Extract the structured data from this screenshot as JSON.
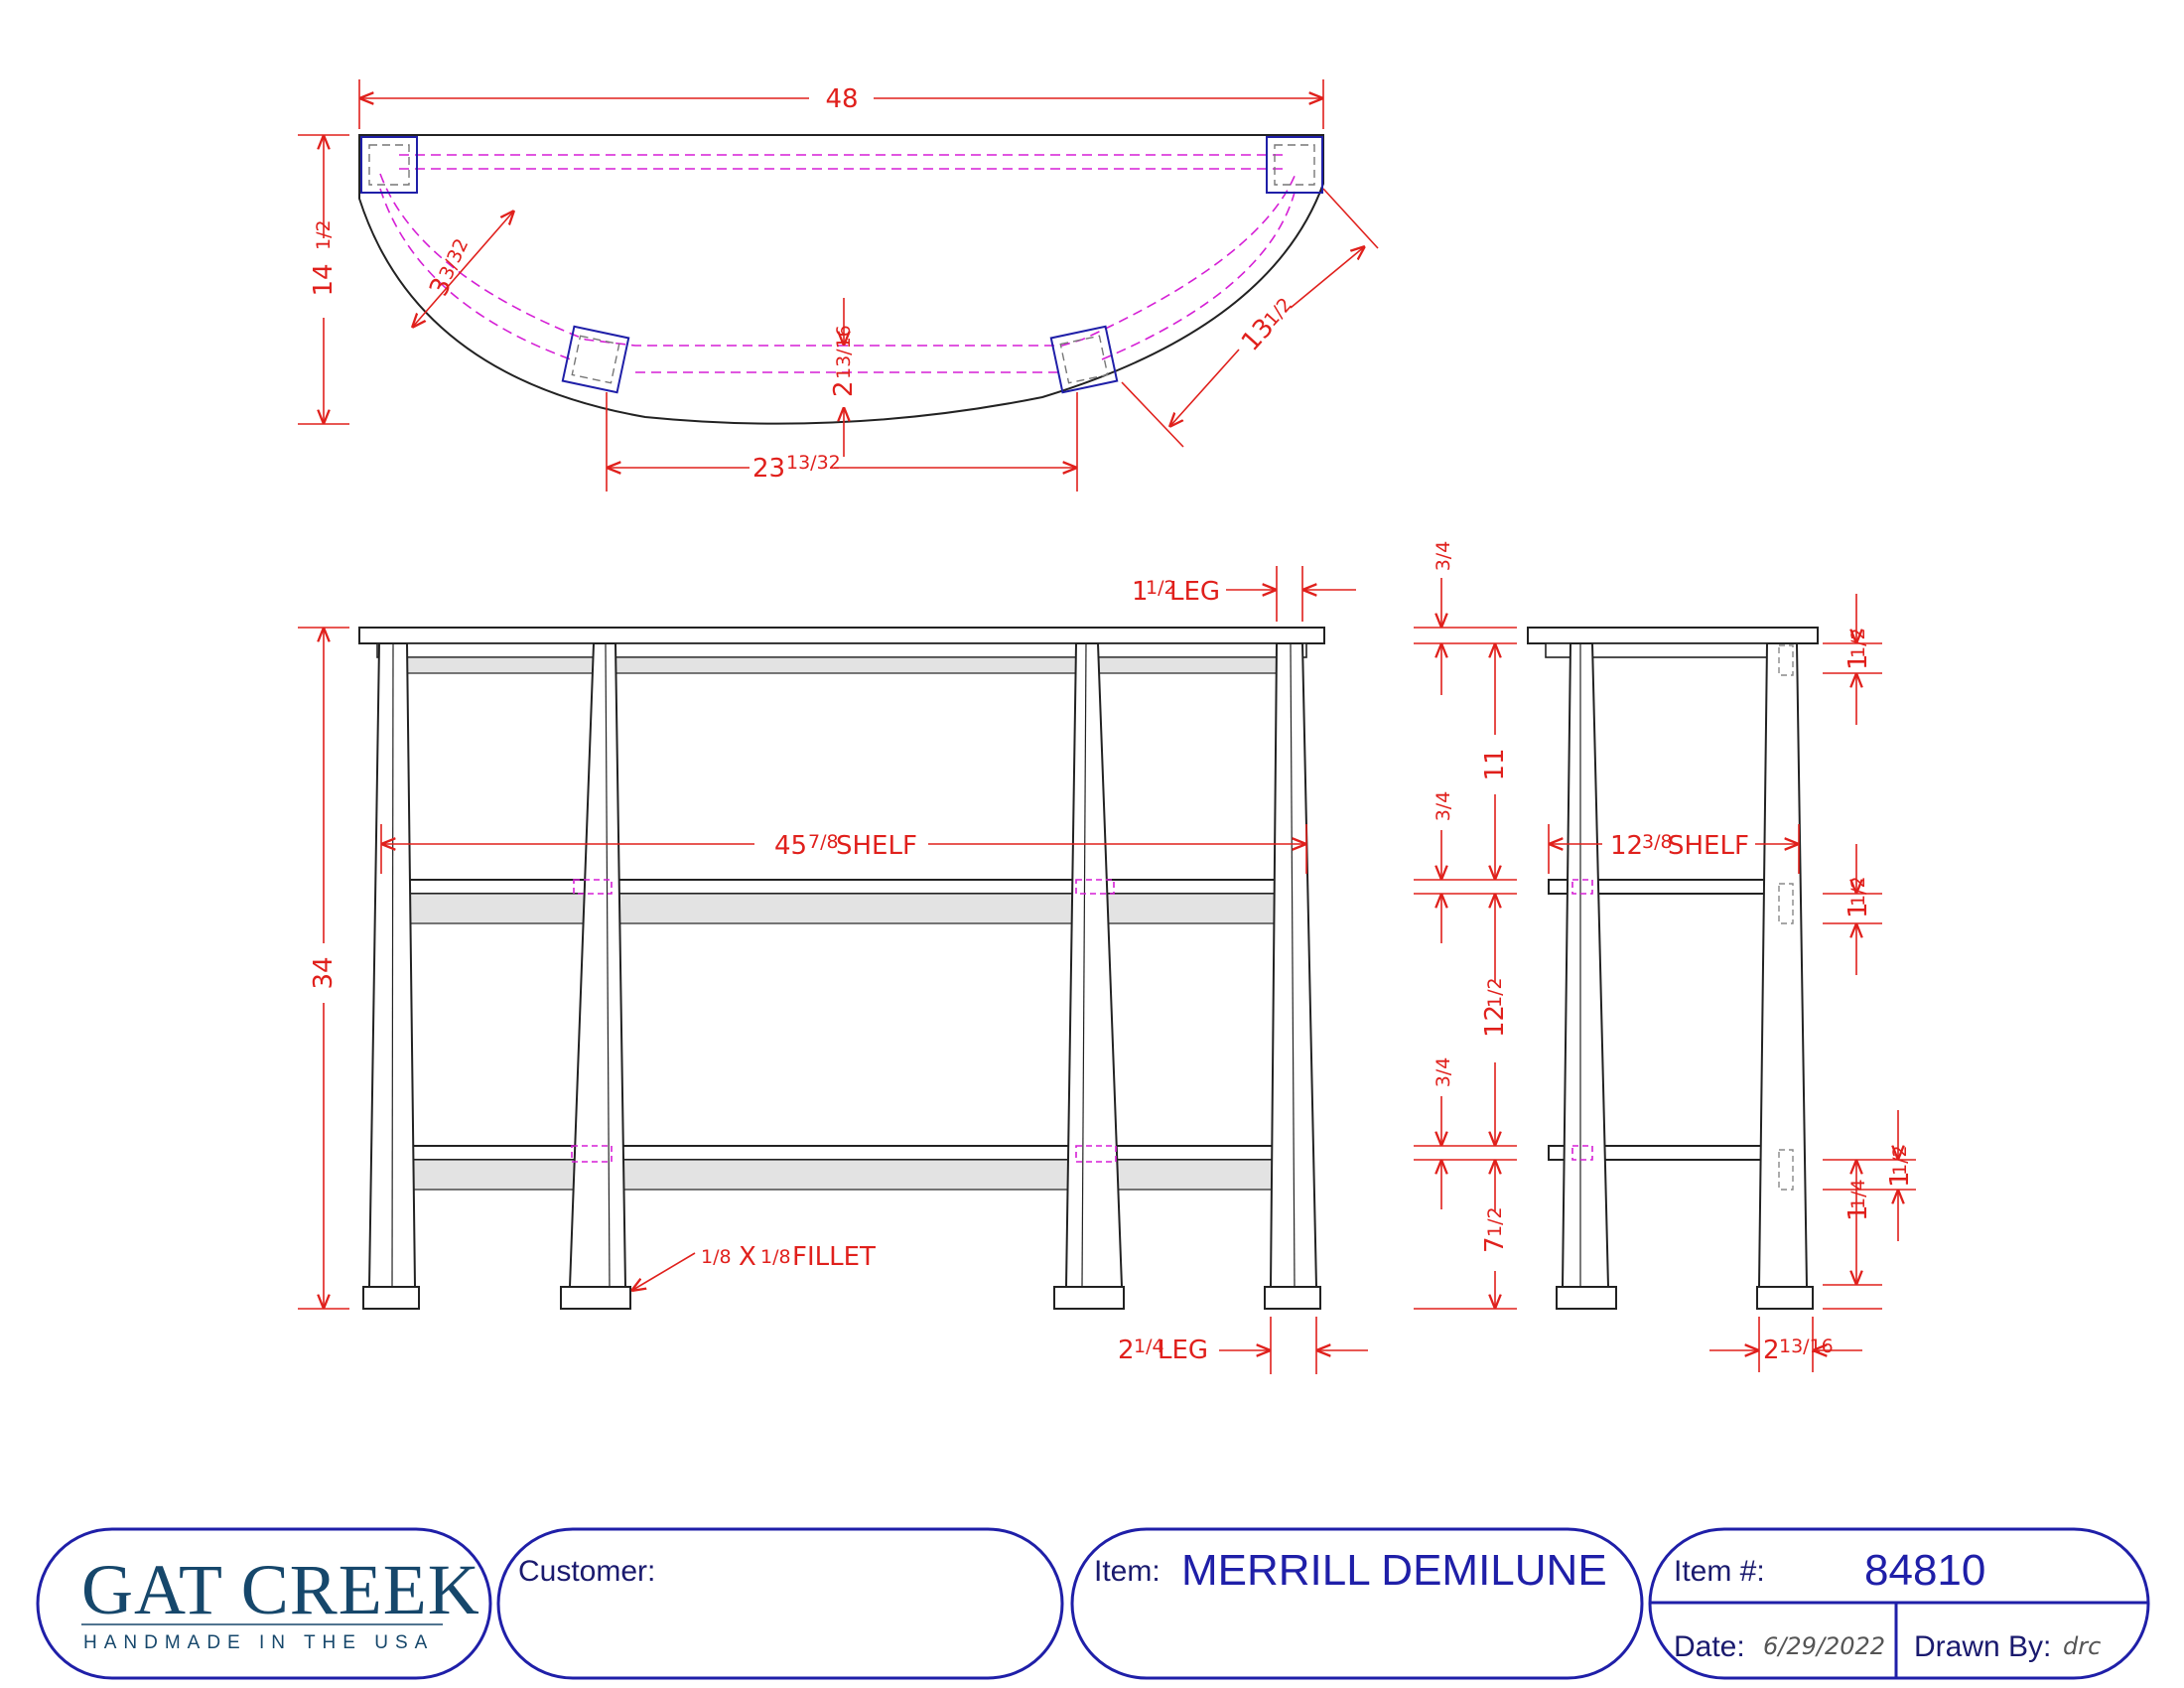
{
  "colors": {
    "dimension": "#e0201c",
    "outline": "#222222",
    "hidden_magenta": "#d51fd5",
    "titleblock_border": "#1f1fa8",
    "logo": "#16476b",
    "shelf_fill": "#e3e3e3"
  },
  "plan_view": {
    "width": "48",
    "depth": "14",
    "depth_frac": "1/2",
    "offset": "3",
    "offset_frac": "3/32",
    "center_gap": "2",
    "center_gap_frac": "13/16",
    "side": "13",
    "side_frac": "1/2",
    "leg_spacing": "23",
    "leg_spacing_frac": "13/32"
  },
  "front_view": {
    "height": "34",
    "top_leg_whole": "1",
    "top_leg_frac": "1/2",
    "top_leg_word": "LEG",
    "shelf_whole": "45",
    "shelf_frac": "7/8",
    "shelf_word": "SHELF",
    "fillet_a": "1/8",
    "fillet_x": "X",
    "fillet_b": "1/8",
    "fillet_word": "FILLET",
    "bottom_leg_whole": "2",
    "bottom_leg_frac": "1/4",
    "bottom_leg_word": "LEG"
  },
  "side_view": {
    "top_thickness": "3/4",
    "gap1": "11",
    "shelf1_thickness": "3/4",
    "gap2": "12",
    "gap2_frac": "1/2",
    "shelf2_thickness": "3/4",
    "gap3": "7",
    "gap3_frac": "1/2",
    "shelf_whole": "12",
    "shelf_frac": "3/8",
    "shelf_word": "SHELF",
    "apron_top": "1",
    "apron_top_frac": "1/2",
    "apron_mid": "1",
    "apron_mid_frac": "1/2",
    "apron_low_a": "1",
    "apron_low_a_frac": "1/4",
    "apron_low_b": "1",
    "apron_low_b_frac": "1/2",
    "foot_whole": "2",
    "foot_frac": "13/16"
  },
  "title_block": {
    "logo_text": "GAT CREEK",
    "logo_sub": "HANDMADE IN THE USA",
    "customer_label": "Customer:",
    "customer_value": "",
    "item_label": "Item:",
    "item_value": "MERRILL DEMILUNE",
    "item_no_label": "Item #:",
    "item_no_value": "84810",
    "date_label": "Date:",
    "date_value": "6/29/2022",
    "drawn_by_label": "Drawn By:",
    "drawn_by_value": "drc"
  }
}
